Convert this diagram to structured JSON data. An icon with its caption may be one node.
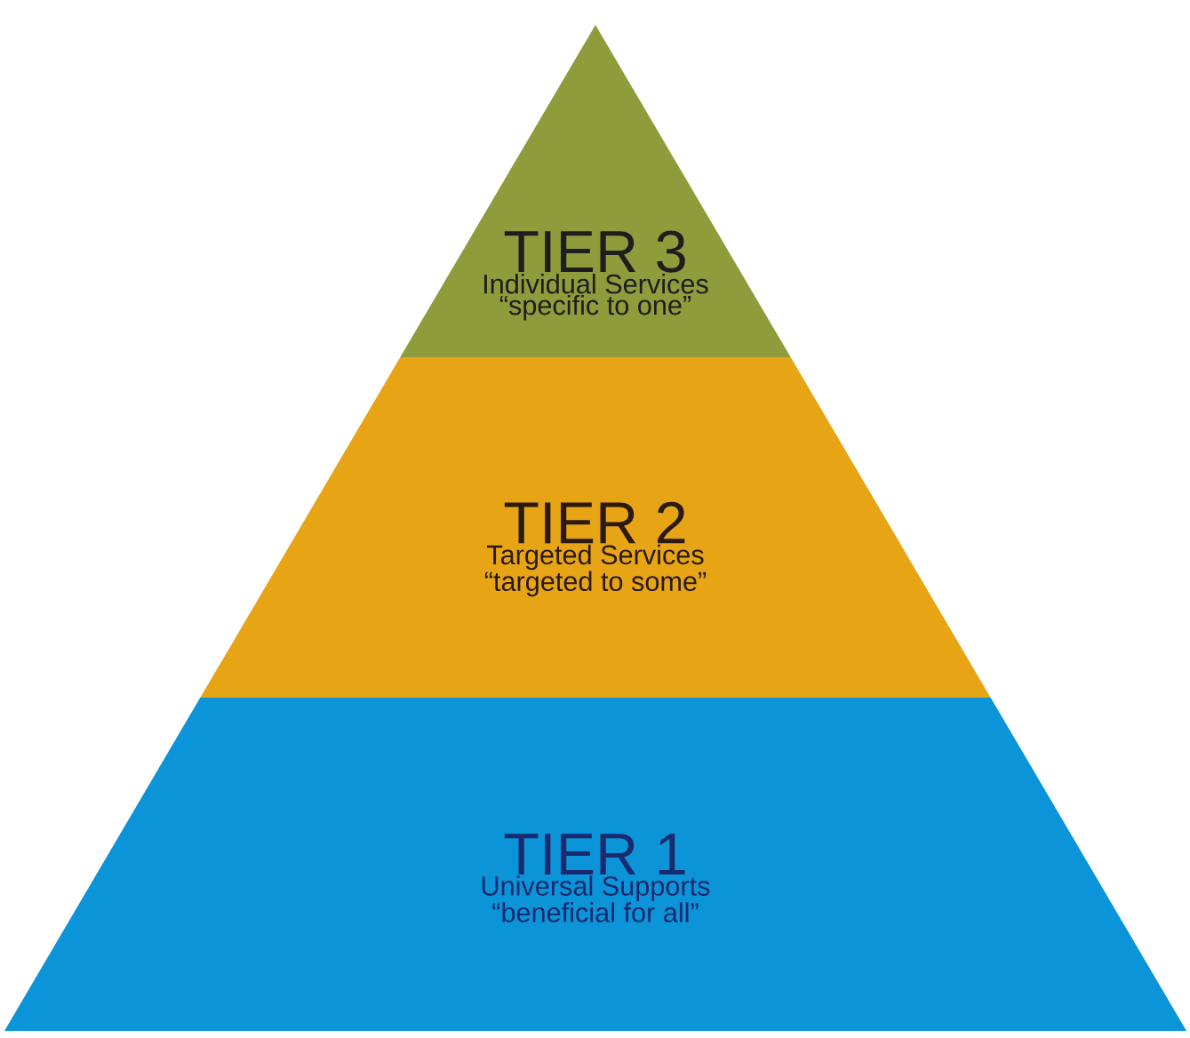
{
  "diagram": {
    "nodes": [
      {
        "text": [
          "TIER 3",
          "Individual Services",
          "“specific to one”"
        ]
      },
      {
        "text": [
          "TIER 2",
          "Targeted Services",
          "“targeted to some”"
        ]
      },
      {
        "text": [
          "TIER 1",
          "Universal Supports",
          "“beneficial for all”"
        ]
      }
    ]
  }
}
